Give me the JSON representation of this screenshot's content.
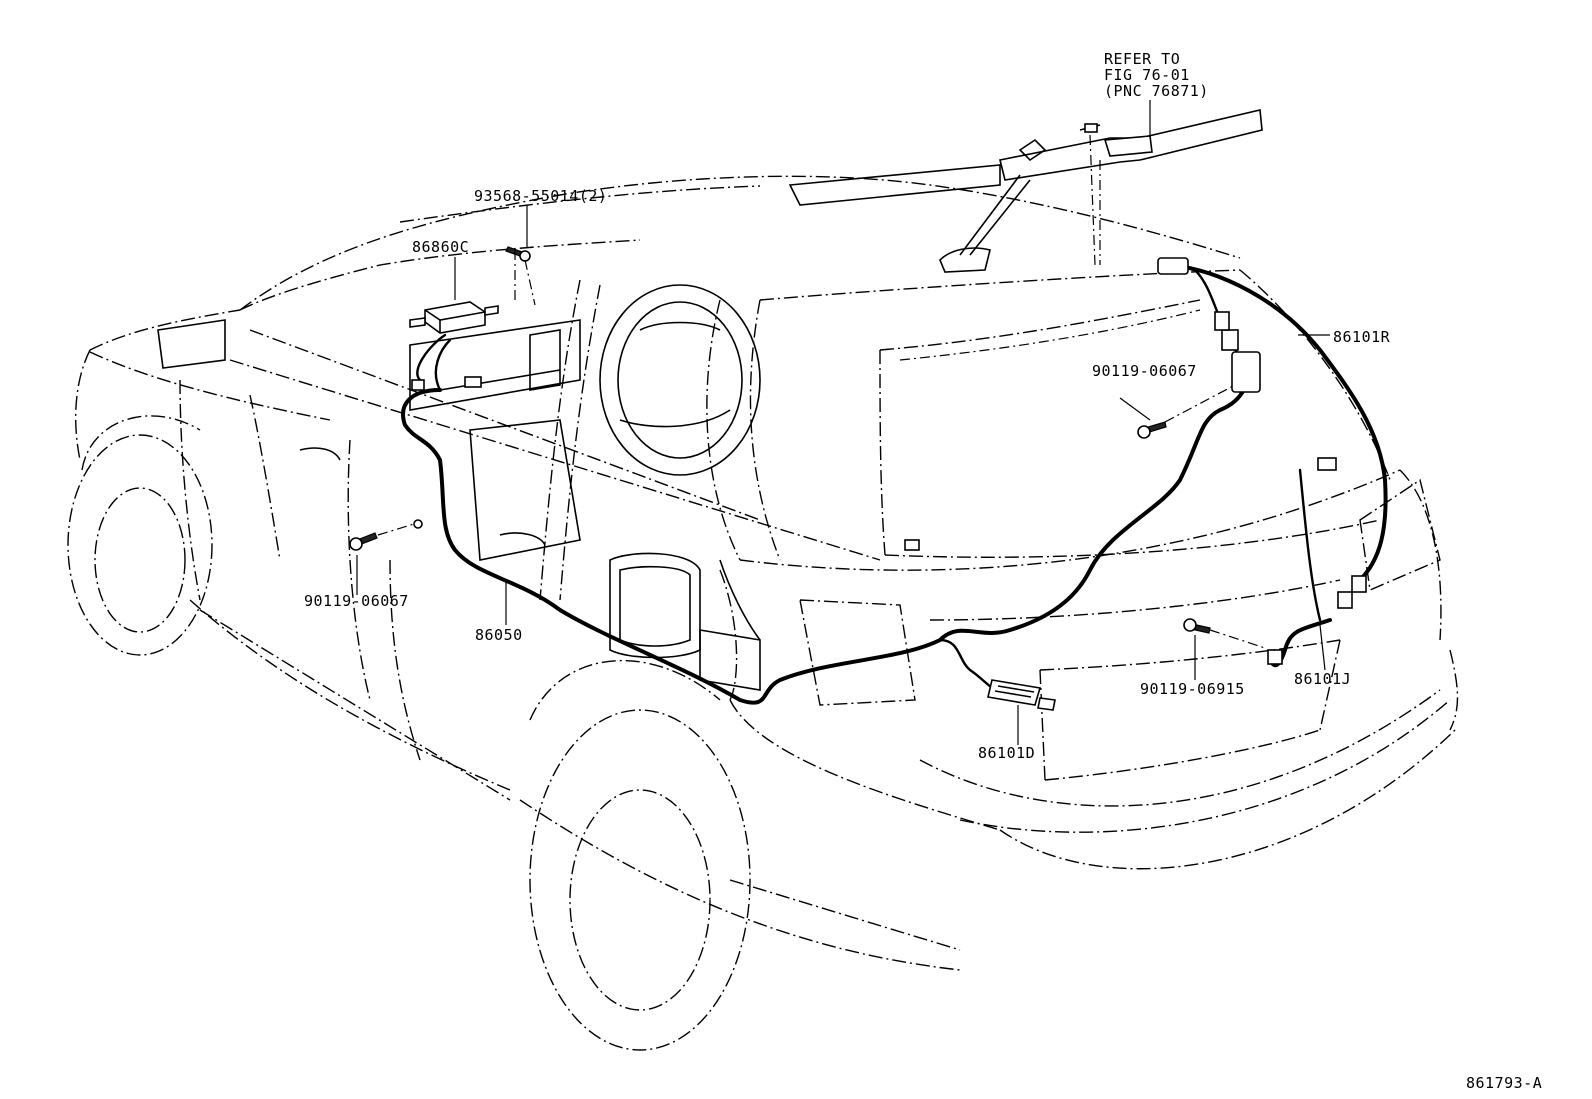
{
  "diagram": {
    "note_lines": [
      "REFER TO",
      "FIG 76-01",
      "(PNC 76871)"
    ],
    "labels": {
      "bolt_93568": "93568-55014(2)",
      "unit_86860C": "86860C",
      "harness_86101R": "86101R",
      "bolt_upper_90119": "90119-06067",
      "bolt_left_90119": "90119-06067",
      "harness_86050": "86050",
      "bolt_90119_06915": "90119-06915",
      "harness_86101J": "86101J",
      "connector_86101D": "86101D"
    },
    "figure_id": "861793-A"
  }
}
